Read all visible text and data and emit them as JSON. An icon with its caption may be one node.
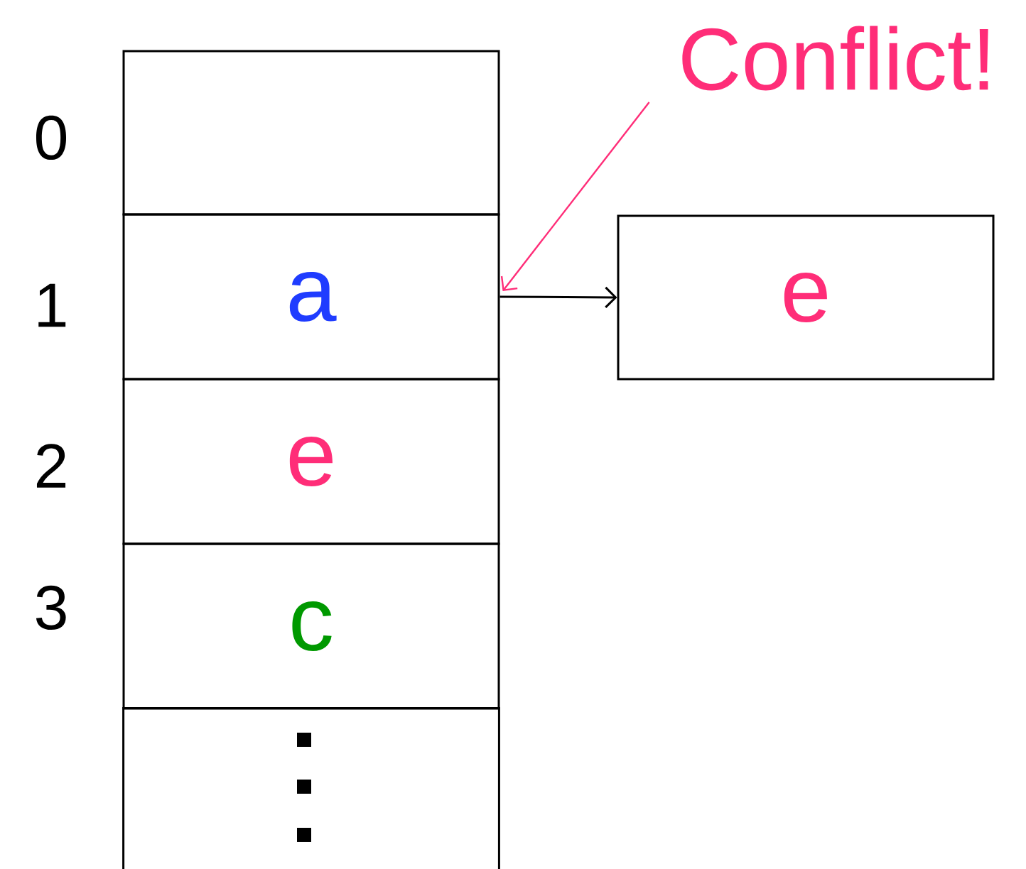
{
  "diagram": {
    "nodes": [
      {
        "text": [],
        "shape": "box"
      },
      {
        "text": [
          "a"
        ]
      },
      {
        "text": [
          "e"
        ]
      },
      {
        "text": [
          "c"
        ]
      },
      {
        "text": [],
        "shape": "box"
      },
      {
        "text": [
          "e"
        ]
      },
      {
        "text": [
          "Conflict!"
        ]
      }
    ],
    "edges": [
      {
        "from": 1,
        "to": 5,
        "arrow": "to"
      },
      {
        "from": 6,
        "to": 1,
        "arrow": "to",
        "color": "#ff2d78"
      }
    ],
    "labels": [
      "0",
      "1",
      "2",
      "3"
    ]
  }
}
